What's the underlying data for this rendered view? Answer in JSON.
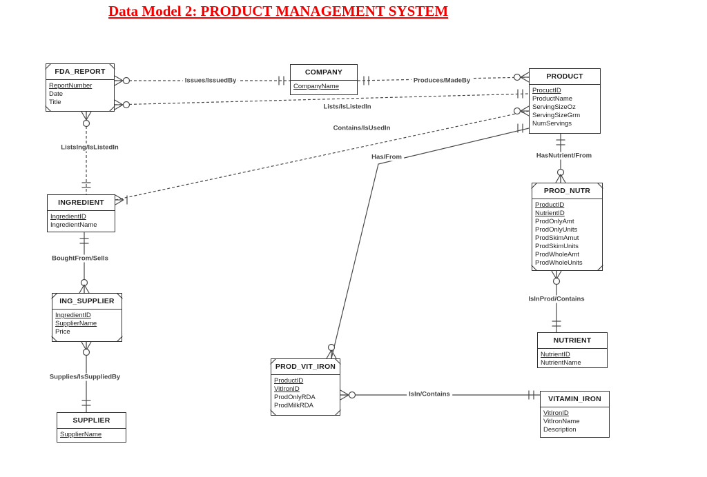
{
  "title": "Data Model 2: PRODUCT MANAGEMENT SYSTEM",
  "title_color": "#f20000",
  "diagram_type": "entity-relationship-diagram",
  "entities": [
    {
      "name": "FDA_REPORT",
      "weak": true,
      "attributes": [
        {
          "name": "ReportNumber",
          "key": true
        },
        {
          "name": "Date",
          "key": false
        },
        {
          "name": "Title",
          "key": false
        }
      ]
    },
    {
      "name": "COMPANY",
      "weak": false,
      "attributes": [
        {
          "name": "CompanyName",
          "key": true
        }
      ]
    },
    {
      "name": "PRODUCT",
      "weak": false,
      "attributes": [
        {
          "name": "ProcuctID",
          "key": true
        },
        {
          "name": "ProductName",
          "key": false
        },
        {
          "name": "ServingSizeOz",
          "key": false
        },
        {
          "name": "ServingSizeGrm",
          "key": false
        },
        {
          "name": "NumServings",
          "key": false
        }
      ]
    },
    {
      "name": "INGREDIENT",
      "weak": false,
      "attributes": [
        {
          "name": "IngredientID",
          "key": true
        },
        {
          "name": "IngredientName",
          "key": false
        }
      ]
    },
    {
      "name": "ING_SUPPLIER",
      "weak": true,
      "attributes": [
        {
          "name": "IngredientID",
          "key": true
        },
        {
          "name": "SupplierName",
          "key": true
        },
        {
          "name": "Price",
          "key": false
        }
      ]
    },
    {
      "name": "SUPPLIER",
      "weak": false,
      "attributes": [
        {
          "name": "SupplierName",
          "key": true
        }
      ]
    },
    {
      "name": "PROD_NUTR",
      "weak": true,
      "attributes": [
        {
          "name": "ProductID",
          "key": true
        },
        {
          "name": "NutrientID",
          "key": true
        },
        {
          "name": "ProdOnlyAmt",
          "key": false
        },
        {
          "name": "ProdOnlyUnits",
          "key": false
        },
        {
          "name": "ProdSkimAmut",
          "key": false
        },
        {
          "name": "ProdSkimUnits",
          "key": false
        },
        {
          "name": "ProdWholeAmt",
          "key": false
        },
        {
          "name": "ProdWholeUnits",
          "key": false
        }
      ]
    },
    {
      "name": "NUTRIENT",
      "weak": false,
      "attributes": [
        {
          "name": "NutrientID",
          "key": true
        },
        {
          "name": "NutrientName",
          "key": false
        }
      ]
    },
    {
      "name": "PROD_VIT_IRON",
      "weak": true,
      "attributes": [
        {
          "name": "ProductID",
          "key": true
        },
        {
          "name": "VitIronID",
          "key": true
        },
        {
          "name": "ProdOnlyRDA",
          "key": false
        },
        {
          "name": "ProdMilkRDA",
          "key": false
        }
      ]
    },
    {
      "name": "VITAMIN_IRON",
      "weak": false,
      "attributes": [
        {
          "name": "VitIronID",
          "key": true
        },
        {
          "name": "VitIronName",
          "key": false
        },
        {
          "name": "Description",
          "key": false
        }
      ]
    }
  ],
  "relationships": [
    {
      "label": "Issues/IssuedBy",
      "entity_a": "FDA_REPORT",
      "cardinality_a": "zero-or-many",
      "entity_b": "COMPANY",
      "cardinality_b": "exactly-one",
      "line": "dashed"
    },
    {
      "label": "Produces/MadeBy",
      "entity_a": "COMPANY",
      "cardinality_a": "exactly-one",
      "entity_b": "PRODUCT",
      "cardinality_b": "zero-or-many",
      "line": "dashed"
    },
    {
      "label": "Lists/IsListedIn",
      "entity_a": "FDA_REPORT",
      "cardinality_a": "zero-or-many",
      "entity_b": "PRODUCT",
      "cardinality_b": "exactly-one",
      "line": "dashed"
    },
    {
      "label": "Contains/IsUsedIn",
      "entity_a": "INGREDIENT",
      "cardinality_a": "one-or-many",
      "entity_b": "PRODUCT",
      "cardinality_b": "zero-or-many",
      "line": "dashed"
    },
    {
      "label": "ListsIng/IsListedIn",
      "entity_a": "FDA_REPORT",
      "cardinality_a": "zero-or-many",
      "entity_b": "INGREDIENT",
      "cardinality_b": "exactly-one",
      "line": "dashed"
    },
    {
      "label": "Has/From",
      "entity_a": "PRODUCT",
      "cardinality_a": "exactly-one",
      "entity_b": "PROD_VIT_IRON",
      "cardinality_b": "zero-or-many",
      "line": "solid"
    },
    {
      "label": "HasNutrient/From",
      "entity_a": "PRODUCT",
      "cardinality_a": "exactly-one",
      "entity_b": "PROD_NUTR",
      "cardinality_b": "zero-or-many",
      "line": "solid"
    },
    {
      "label": "BoughtFrom/Sells",
      "entity_a": "INGREDIENT",
      "cardinality_a": "exactly-one",
      "entity_b": "ING_SUPPLIER",
      "cardinality_b": "zero-or-many",
      "line": "solid"
    },
    {
      "label": "IsInProd/Contains",
      "entity_a": "PROD_NUTR",
      "cardinality_a": "zero-or-many",
      "entity_b": "NUTRIENT",
      "cardinality_b": "exactly-one",
      "line": "solid"
    },
    {
      "label": "Supplies/IsSuppliedBy",
      "entity_a": "ING_SUPPLIER",
      "cardinality_a": "zero-or-many",
      "entity_b": "SUPPLIER",
      "cardinality_b": "exactly-one",
      "line": "solid"
    },
    {
      "label": "IsIn/Contains",
      "entity_a": "PROD_VIT_IRON",
      "cardinality_a": "zero-or-many",
      "entity_b": "VITAMIN_IRON",
      "cardinality_b": "exactly-one",
      "line": "solid"
    }
  ]
}
